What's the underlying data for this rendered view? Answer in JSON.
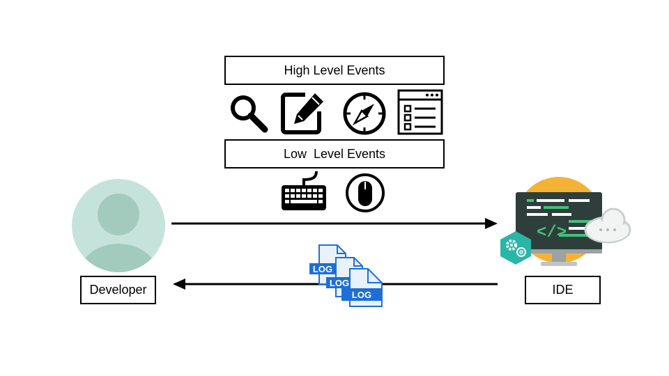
{
  "high_level_label": "High Level Events",
  "low_level_label": "Low  Level Events",
  "developer_label": "Developer",
  "ide_label": "IDE",
  "log_label": "LOG",
  "colors": {
    "avatar_bg": "#c6e3db",
    "avatar_fg": "#a3cbbd",
    "ide_sun": "#f5b335",
    "ide_screen": "#2e3e3b",
    "ide_code_green": "#44c07a",
    "gear_hex": "#2bb5a7",
    "log_blue": "#1d6fd8"
  },
  "icons": {
    "high_level": [
      "search-icon",
      "edit-icon",
      "compass-icon",
      "window-list-icon"
    ],
    "low_level": [
      "keyboard-icon",
      "mouse-icon"
    ]
  }
}
